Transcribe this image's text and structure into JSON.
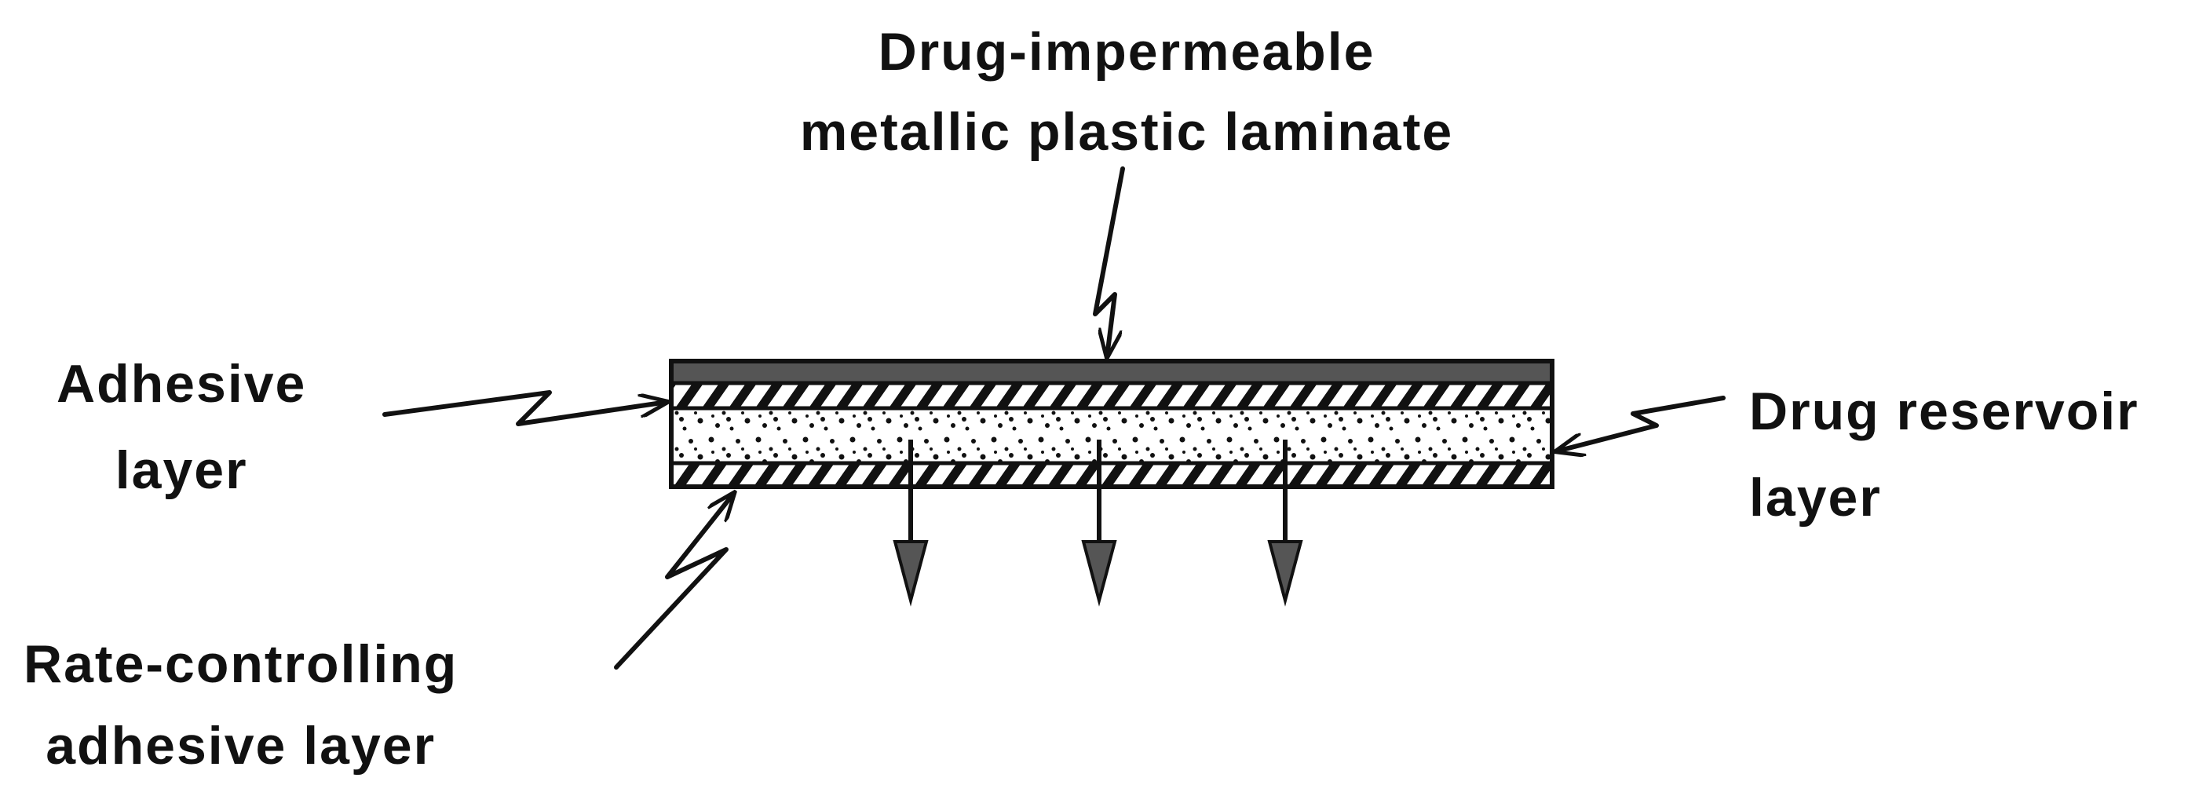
{
  "labels": {
    "impermeable": {
      "line1": "Drug-impermeable",
      "line2": "metallic plastic laminate"
    },
    "adhesive": {
      "line1": "Adhesive",
      "line2": "layer"
    },
    "reservoir": {
      "line1": "Drug reservoir",
      "line2": "layer"
    },
    "rate_controlling": {
      "line1": "Rate-controlling",
      "line2": "adhesive layer"
    }
  },
  "colors": {
    "ink": "#111111",
    "laminate_fill": "#555555",
    "background": "#ffffff"
  }
}
